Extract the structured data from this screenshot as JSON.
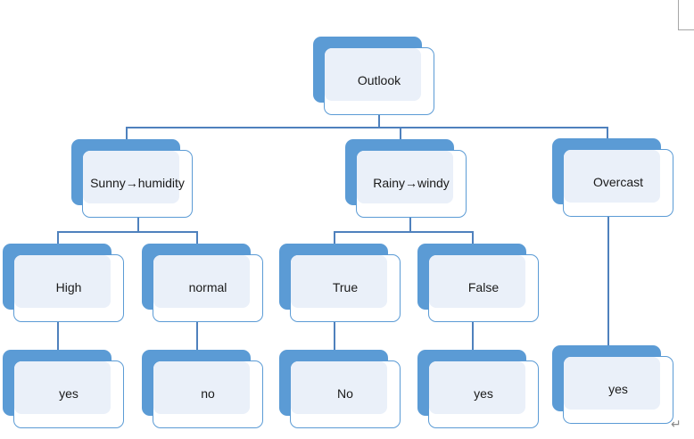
{
  "diagram": {
    "type": "decision-tree",
    "nodes": {
      "root": {
        "label": "Outlook"
      },
      "sunny": {
        "label": "Sunny→humidity"
      },
      "rainy": {
        "label": "Rainy→windy"
      },
      "overcast": {
        "label": "Overcast"
      },
      "high": {
        "label": "High"
      },
      "normal": {
        "label": "normal"
      },
      "true": {
        "label": "True"
      },
      "false": {
        "label": "False"
      },
      "high_yes": {
        "label": "yes"
      },
      "normal_no": {
        "label": "no"
      },
      "true_no": {
        "label": "No"
      },
      "false_yes": {
        "label": "yes"
      },
      "overcast_yes": {
        "label": "yes"
      }
    },
    "edges": [
      [
        "root",
        "sunny"
      ],
      [
        "root",
        "rainy"
      ],
      [
        "root",
        "overcast"
      ],
      [
        "sunny",
        "high"
      ],
      [
        "sunny",
        "normal"
      ],
      [
        "rainy",
        "true"
      ],
      [
        "rainy",
        "false"
      ],
      [
        "high",
        "high_yes"
      ],
      [
        "normal",
        "normal_no"
      ],
      [
        "true",
        "true_no"
      ],
      [
        "false",
        "false_yes"
      ],
      [
        "overcast",
        "overcast_yes"
      ]
    ]
  },
  "marks": {
    "paragraph": "↵"
  },
  "colors": {
    "accent": "#5b9bd5",
    "connector": "#4f81bd",
    "panel_fill": "#eaf0f9",
    "card_fill": "#ffffff",
    "text": "#1a1a1a",
    "margin_mark": "#a6a6a6"
  }
}
